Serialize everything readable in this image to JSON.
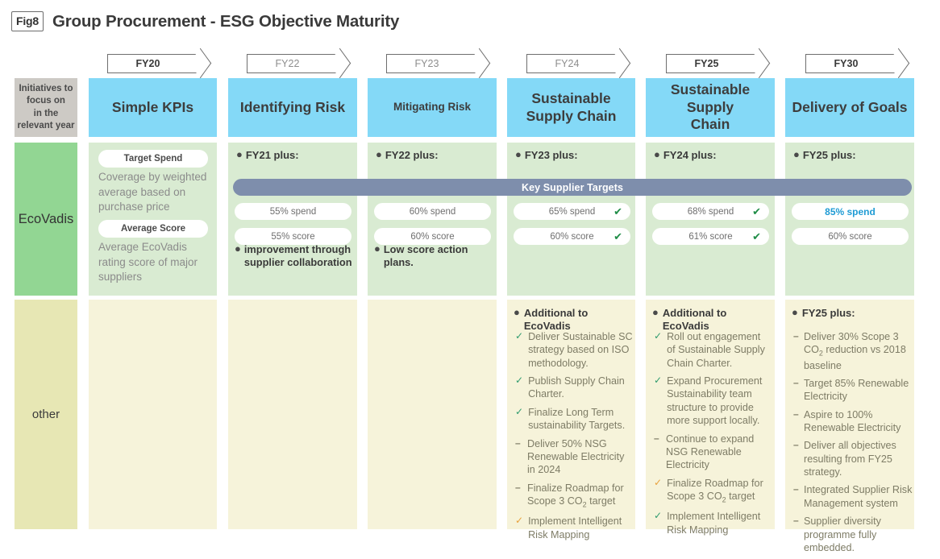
{
  "figure": {
    "badge": "Fig8",
    "title": "Group Procurement - ESG Objective Maturity"
  },
  "colors": {
    "header_blue": "#84d9f7",
    "eco_green": "#92d693",
    "eco_cell_green": "#d9ebd2",
    "other_yellow": "#e7e7b4",
    "other_cell_cream": "#f6f3da",
    "label_gray": "#cdcac5",
    "band_slate": "#7e8eac",
    "accent_blue": "#1f9bd4",
    "check_green": "#1e8c46",
    "check_orange": "#e8a13c"
  },
  "timeline": [
    {
      "label": "FY20",
      "emphasis": "bold"
    },
    {
      "label": "FY22",
      "emphasis": "light"
    },
    {
      "label": "FY23",
      "emphasis": "light"
    },
    {
      "label": "FY24",
      "emphasis": "light"
    },
    {
      "label": "FY25",
      "emphasis": "bold"
    },
    {
      "label": "FY30",
      "emphasis": "bold"
    }
  ],
  "row_labels": {
    "header": "Initiatives to\nfocus on\nin the\nrelevant year",
    "header_lines": [
      "Initiatives to",
      "focus on",
      "in the",
      "relevant year"
    ],
    "eco": "EcoVadis",
    "other": "other"
  },
  "stage_headers": [
    {
      "title": "Simple KPIs",
      "size": "normal"
    },
    {
      "title": "Identifying Risk",
      "size": "normal"
    },
    {
      "title": "Mitigating Risk",
      "size": "small"
    },
    {
      "title": "Sustainable Supply Chain",
      "size": "normal"
    },
    {
      "title": "Sustainable Supply Chain",
      "size": "normal"
    },
    {
      "title": "Delivery of Goals",
      "size": "normal"
    }
  ],
  "band": {
    "label": "Key Supplier Targets"
  },
  "eco_row": {
    "fy20": {
      "kpi1_pill": "Target Spend",
      "kpi1_desc": "Coverage by weighted average based on purchase price",
      "kpi2_pill": "Average Score",
      "kpi2_desc": "Average EcoVadis rating score of major suppliers"
    },
    "fy22": {
      "plus": "FY21 plus:",
      "spend": "55% spend",
      "score": "55% score",
      "spend_check": false,
      "score_check": false,
      "note": "improvement  through supplier collaboration"
    },
    "fy23": {
      "plus": "FY22 plus:",
      "spend": "60% spend",
      "score": "60% score",
      "spend_check": false,
      "score_check": false,
      "note": "Low score action plans."
    },
    "fy24": {
      "plus": "FY23 plus:",
      "spend": "65% spend",
      "score": "60% score",
      "spend_check": true,
      "score_check": true,
      "note": ""
    },
    "fy25": {
      "plus": "FY24 plus:",
      "spend": "68% spend",
      "score": "61% score",
      "spend_check": true,
      "score_check": true,
      "note": ""
    },
    "fy30": {
      "plus": "FY25 plus:",
      "spend": "85% spend",
      "score": "60% score",
      "spend_accent": true,
      "spend_check": false,
      "score_check": false,
      "note": ""
    }
  },
  "other_row": {
    "fy24": {
      "heading": "Additional to EcoVadis",
      "items": [
        {
          "marker": "check-green",
          "text": "Deliver Sustainable SC strategy based on ISO methodology."
        },
        {
          "marker": "check-green",
          "text": "Publish Supply Chain Charter."
        },
        {
          "marker": "check-green",
          "text": "Finalize Long Term sustainability Targets."
        },
        {
          "marker": "dash",
          "text": "Deliver 50% NSG Renewable Electricity in 2024"
        },
        {
          "marker": "dash",
          "text": "Finalize Roadmap for Scope 3 CO₂ target"
        },
        {
          "marker": "check-orange",
          "text": "Implement Intelligent Risk Mapping"
        }
      ]
    },
    "fy25": {
      "heading": "Additional to EcoVadis",
      "items": [
        {
          "marker": "check-green",
          "text": "Roll out engagement of Sustainable Supply Chain Charter."
        },
        {
          "marker": "check-green",
          "text": "Expand Procurement Sustainability team structure to provide more support locally."
        },
        {
          "marker": "dash",
          "text": "Continue to expand NSG Renewable Electricity"
        },
        {
          "marker": "check-orange",
          "text": "Finalize Roadmap for Scope 3 CO₂ target"
        },
        {
          "marker": "check-green",
          "text": "Implement Intelligent Risk Mapping"
        }
      ]
    },
    "fy30": {
      "heading": "FY25 plus:",
      "items": [
        {
          "marker": "dash",
          "text": "Deliver 30% Scope 3  CO₂ reduction vs  2018 baseline"
        },
        {
          "marker": "dash",
          "text": "Target 85% Renewable Electricity"
        },
        {
          "marker": "dash",
          "text": "Aspire to 100% Renewable Electricity"
        },
        {
          "marker": "dash",
          "text": "Deliver all objectives resulting from FY25 strategy."
        },
        {
          "marker": "dash",
          "text": "Integrated Supplier Risk Management system"
        },
        {
          "marker": "dash",
          "text": "Supplier diversity programme fully embedded."
        }
      ]
    }
  }
}
